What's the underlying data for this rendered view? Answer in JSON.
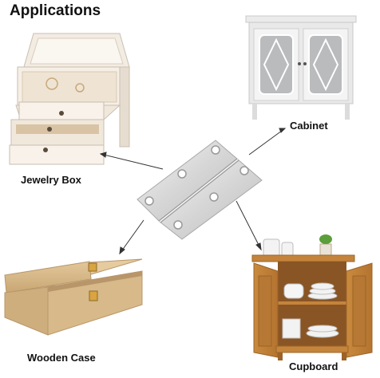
{
  "title": "Applications",
  "labels": {
    "jewelry_box": "Jewelry Box",
    "cabinet": "Cabinet",
    "wooden_case": "Wooden Case",
    "cupboard": "Cupboard"
  }
}
